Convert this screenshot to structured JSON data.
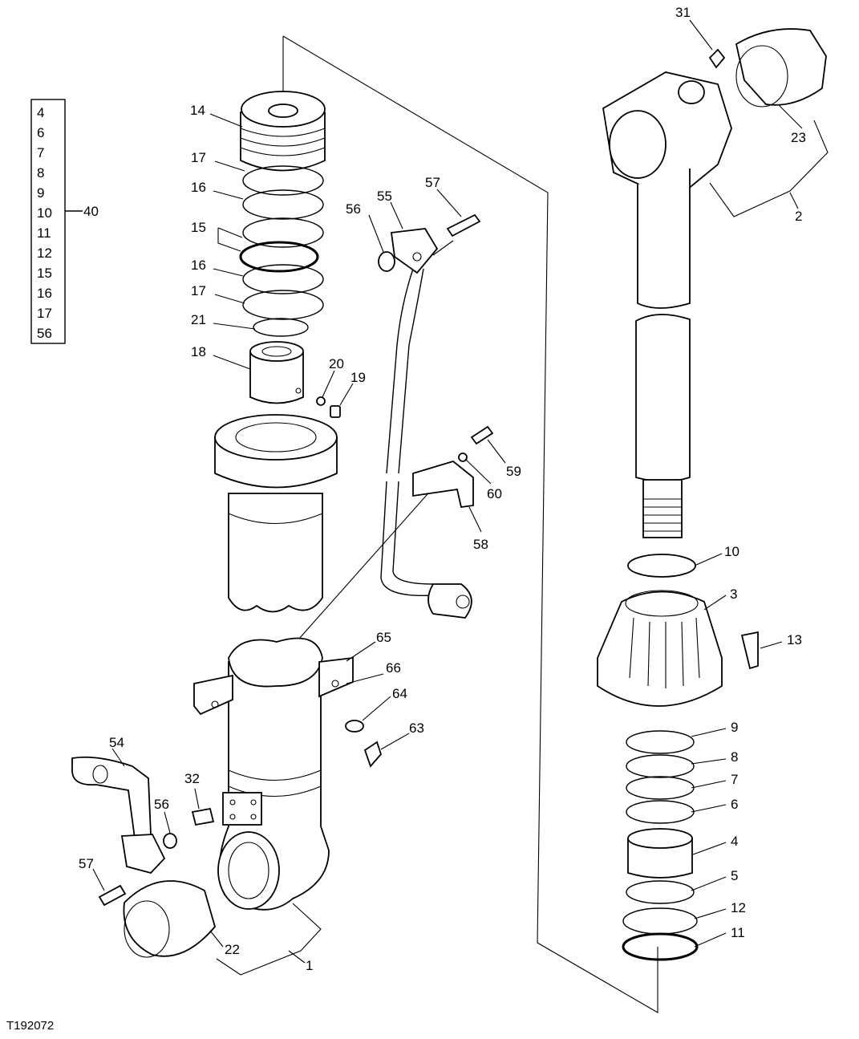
{
  "figure_id": "T192072",
  "kit": {
    "items": [
      "4",
      "6",
      "7",
      "8",
      "9",
      "10",
      "11",
      "12",
      "15",
      "16",
      "17",
      "56"
    ],
    "label": "40"
  },
  "callouts": {
    "c1": "1",
    "c2": "2",
    "c3": "3",
    "c4": "4",
    "c5": "5",
    "c6": "6",
    "c7": "7",
    "c8": "8",
    "c9": "9",
    "c10": "10",
    "c11": "11",
    "c12": "12",
    "c13": "13",
    "c14": "14",
    "c15": "15",
    "c16a": "16",
    "c16b": "16",
    "c17a": "17",
    "c17b": "17",
    "c18": "18",
    "c19": "19",
    "c20": "20",
    "c21": "21",
    "c22": "22",
    "c23": "23",
    "c31": "31",
    "c32": "32",
    "c54": "54",
    "c55": "55",
    "c56a": "56",
    "c56b": "56",
    "c57a": "57",
    "c57b": "57",
    "c58": "58",
    "c59": "59",
    "c60": "60",
    "c63": "63",
    "c64": "64",
    "c65": "65",
    "c66": "66"
  }
}
